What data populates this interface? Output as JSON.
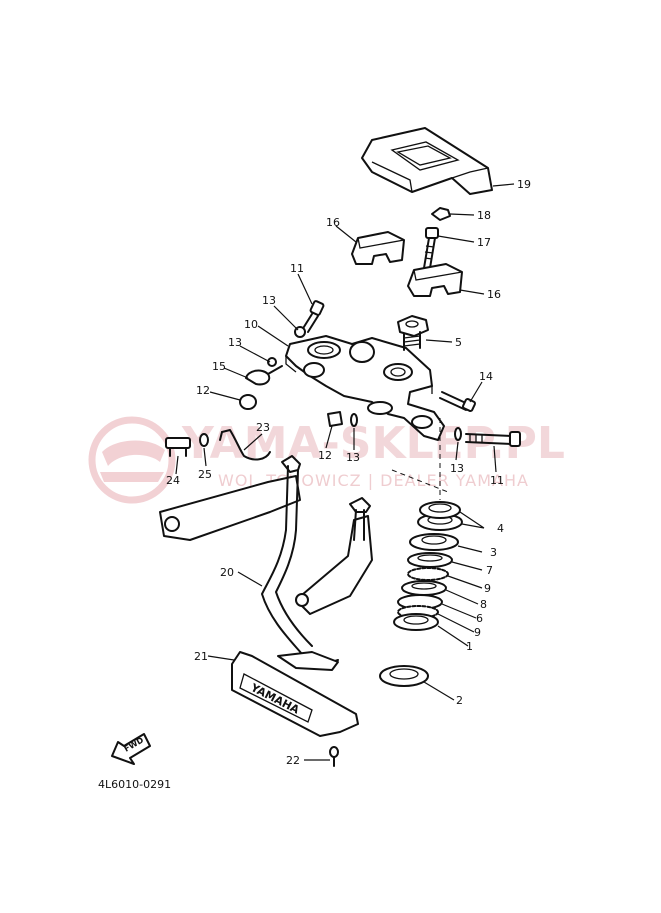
{
  "diagram": {
    "catalog_code": "4L6010-0291",
    "watermark": {
      "brand": "YAMA-SKLEP.PL",
      "subtitle": "WOJ. TCHOWICZ | DEALER YAMAHA"
    },
    "embossed_text": "YAMAHA",
    "arrow_text": "FWD",
    "callouts": [
      {
        "id": "c19",
        "label": "19"
      },
      {
        "id": "c18",
        "label": "18"
      },
      {
        "id": "c17",
        "label": "17"
      },
      {
        "id": "c16a",
        "label": "16"
      },
      {
        "id": "c16b",
        "label": "16"
      },
      {
        "id": "c11a",
        "label": "11"
      },
      {
        "id": "c13a",
        "label": "13"
      },
      {
        "id": "c10",
        "label": "10"
      },
      {
        "id": "c5",
        "label": "5"
      },
      {
        "id": "c13b",
        "label": "13"
      },
      {
        "id": "c15",
        "label": "15"
      },
      {
        "id": "c14",
        "label": "14"
      },
      {
        "id": "c12a",
        "label": "12"
      },
      {
        "id": "c23",
        "label": "23"
      },
      {
        "id": "c12b",
        "label": "12"
      },
      {
        "id": "c13c",
        "label": "13"
      },
      {
        "id": "c13d",
        "label": "13"
      },
      {
        "id": "c11b",
        "label": "11"
      },
      {
        "id": "c24",
        "label": "24"
      },
      {
        "id": "c25",
        "label": "25"
      },
      {
        "id": "c4",
        "label": "4"
      },
      {
        "id": "c3",
        "label": "3"
      },
      {
        "id": "c7",
        "label": "7"
      },
      {
        "id": "c9a",
        "label": "9"
      },
      {
        "id": "c8",
        "label": "8"
      },
      {
        "id": "c6",
        "label": "6"
      },
      {
        "id": "c9b",
        "label": "9"
      },
      {
        "id": "c1",
        "label": "1"
      },
      {
        "id": "c20",
        "label": "20"
      },
      {
        "id": "c21",
        "label": "21"
      },
      {
        "id": "c2",
        "label": "2"
      },
      {
        "id": "c22",
        "label": "22"
      }
    ]
  }
}
